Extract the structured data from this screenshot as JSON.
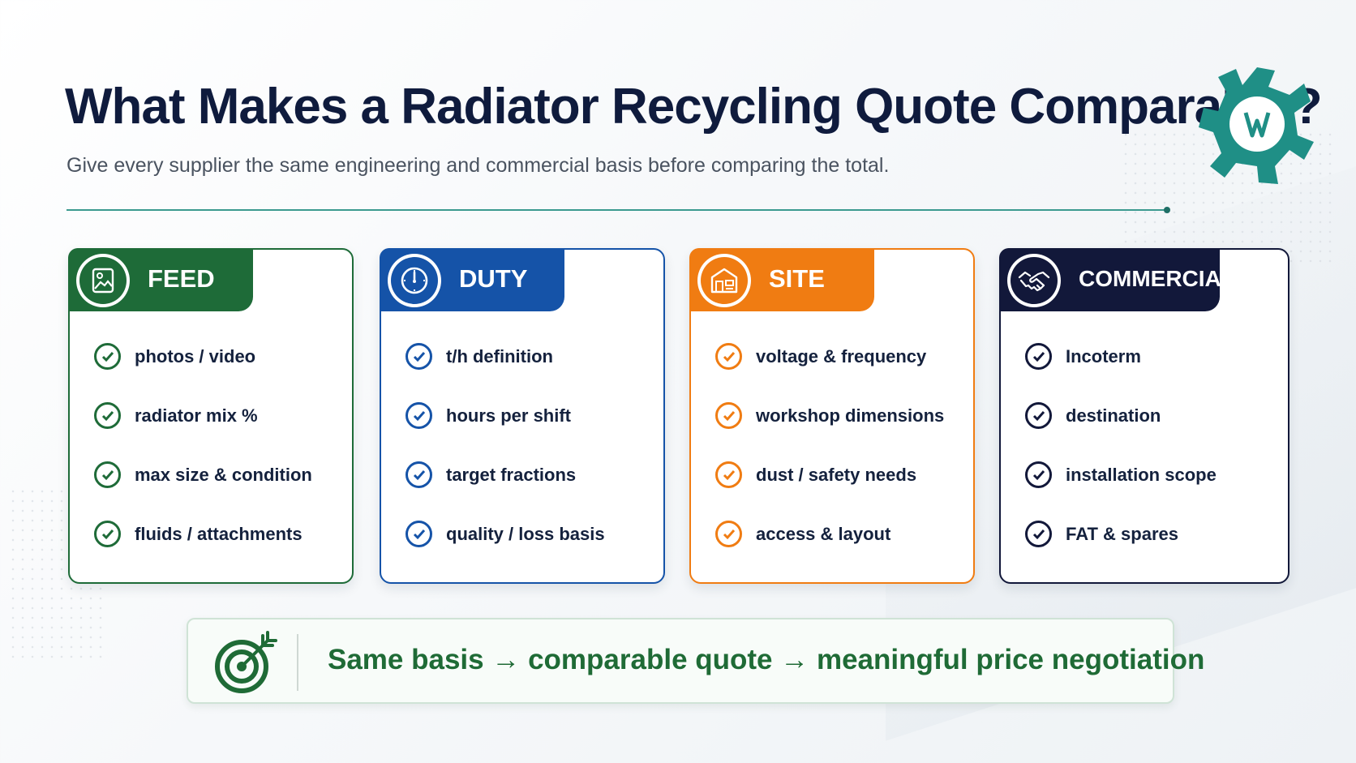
{
  "header": {
    "title": "What Makes a Radiator Recycling Quote Comparable?",
    "subtitle": "Give every supplier the same engineering and commercial basis before comparing the total."
  },
  "logo": {
    "icon": "gear-logo-icon",
    "color": "#1f8f86"
  },
  "cards": [
    {
      "title": "FEED",
      "icon": "image-icon",
      "color": "#1e6b38",
      "items": [
        "photos / video",
        "radiator mix %",
        "max size & condition",
        "fluids / attachments"
      ]
    },
    {
      "title": "DUTY",
      "icon": "clock-icon",
      "color": "#1553a8",
      "items": [
        "t/h definition",
        "hours per shift",
        "target fractions",
        "quality / loss basis"
      ]
    },
    {
      "title": "SITE",
      "icon": "building-icon",
      "color": "#f07c12",
      "items": [
        "voltage & frequency",
        "workshop dimensions",
        "dust / safety needs",
        "access & layout"
      ]
    },
    {
      "title": "COMMERCIAL",
      "icon": "handshake-icon",
      "color": "#12183a",
      "items": [
        "Incoterm",
        "destination",
        "installation scope",
        "FAT & spares"
      ]
    }
  ],
  "banner": {
    "icon": "target-icon",
    "text": "Same basis → comparable quote → meaningful price negotiation"
  }
}
